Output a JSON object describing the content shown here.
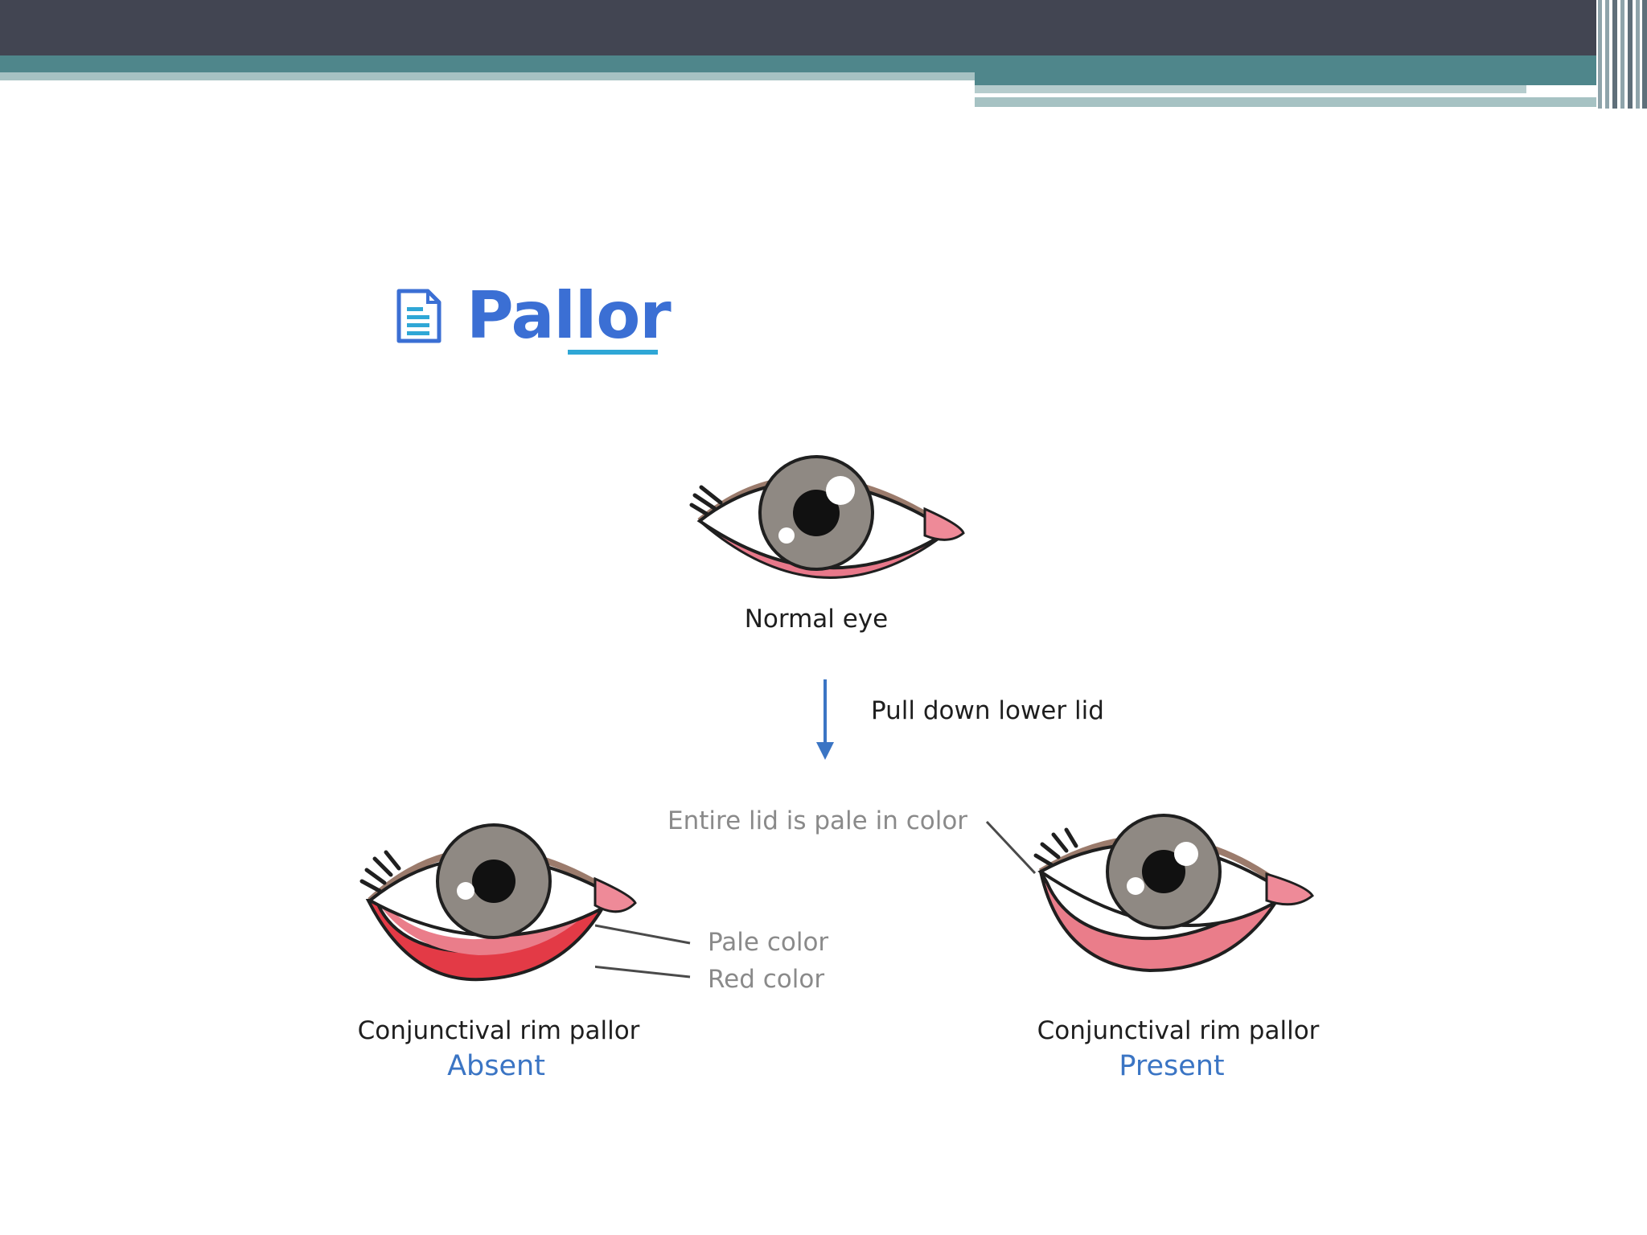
{
  "slide": {
    "title": "Pallor",
    "icon": "document-icon"
  },
  "diagram": {
    "normal_eye_label": "Normal eye",
    "step_label": "Pull down lower lid",
    "present_note": "Entire lid is pale in color",
    "pale_label": "Pale color",
    "red_label": "Red color",
    "absent_caption": "Conjunctival rim pallor",
    "absent_status": "Absent",
    "present_caption": "Conjunctival rim pallor",
    "present_status": "Present"
  },
  "colors": {
    "header_dark": "#424552",
    "header_teal": "#4f868b",
    "title_blue": "#3b6fd4",
    "status_blue": "#3b75c4",
    "iris_gray": "#8f8983",
    "lid_pink": "#e8788a",
    "rim_red": "#e33a46"
  }
}
